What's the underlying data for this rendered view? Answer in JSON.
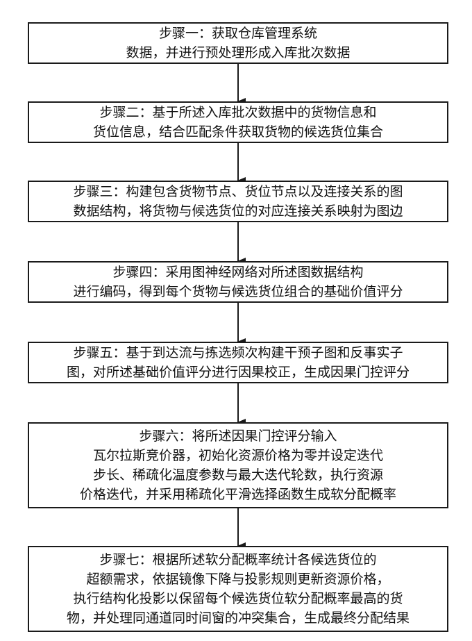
{
  "steps": [
    {
      "lines": [
        "步骤一：获取仓库管理系统",
        "数据，并进行预处理形成入库批次数据"
      ]
    },
    {
      "lines": [
        "步骤二：基于所述入库批次数据中的货物信息和",
        "货位信息，结合匹配条件获取货物的候选货位集合"
      ]
    },
    {
      "lines": [
        "步骤三：构建包含货物节点、货位节点以及连接关系的图",
        "数据结构，将货物与候选货位的对应连接关系映射为图边"
      ]
    },
    {
      "lines": [
        "步骤四：采用图神经网络对所述图数据结构",
        "进行编码，得到每个货物与候选货位组合的基础价值评分"
      ]
    },
    {
      "lines": [
        "步骤五：基于到达流与拣选频次构建干预子图和反事实子",
        "图，对所述基础价值评分进行因果校正，生成因果门控评分"
      ]
    },
    {
      "lines": [
        "步骤六：将所述因果门控评分输入",
        "瓦尔拉斯竞价器，初始化资源价格为零并设定迭代",
        "步长、稀疏化温度参数与最大迭代轮数，执行资源",
        "价格迭代，并采用稀疏化平滑选择函数生成软分配概率"
      ]
    },
    {
      "lines": [
        "步骤七：根据所述软分配概率统计各候选货位的",
        "超额需求，依据镜像下降与投影规则更新资源价格，",
        "执行结构化投影以保留每个候选货位软分配概率最高的货",
        "物，并处理同通道同时间窗的冲突集合，生成最终分配结果"
      ]
    }
  ]
}
